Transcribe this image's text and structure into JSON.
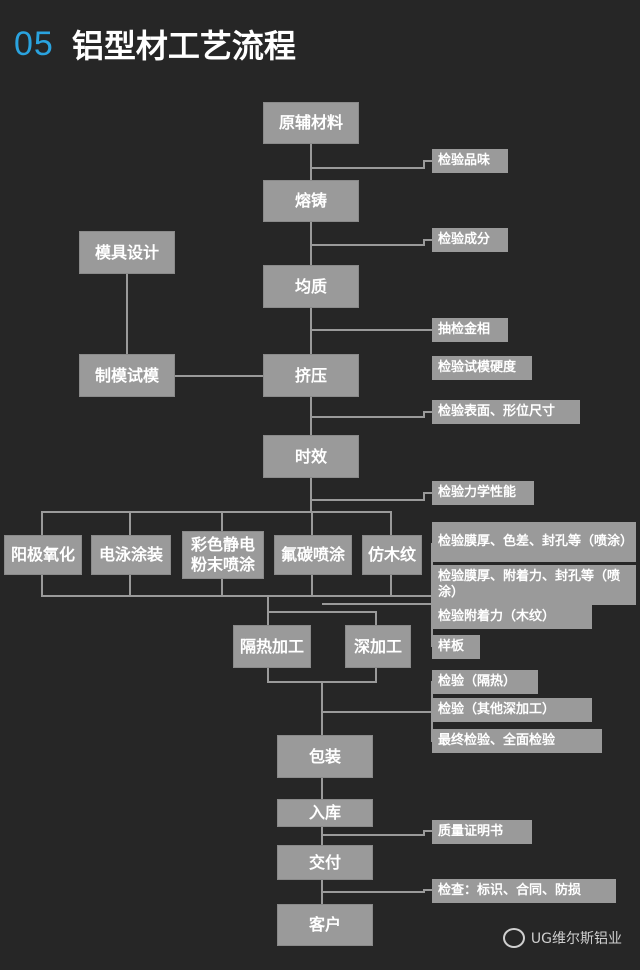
{
  "header": {
    "number": "05",
    "title": "铝型材工艺流程"
  },
  "nodes": {
    "raw_materials": "原辅材料",
    "casting": "熔铸",
    "homogenizing": "均质",
    "extrusion": "挤压",
    "aging": "时效",
    "mold_design": "模具设计",
    "mold_trial": "制模试模",
    "anodizing": "阳极氧化",
    "electrophoresis": "电泳涂装",
    "powder_coating": "彩色静电粉末喷涂",
    "pvdf_coating": "氟碳喷涂",
    "wood_grain": "仿木纹",
    "thermal_break": "隔热加工",
    "deep_processing": "深加工",
    "packaging": "包装",
    "warehousing": "入库",
    "delivery": "交付",
    "customer": "客户"
  },
  "notes": {
    "check_quality": "检验品味",
    "check_composition": "检验成分",
    "sample_metallography": "抽检金相",
    "check_mold_hardness": "检验试模硬度",
    "check_surface_dims": "检验表面、形位尺寸",
    "check_mechanical": "检验力学性能",
    "check_film_1": "检验膜厚、色差、封孔等（喷涂）",
    "check_film_2": "检验膜厚、附着力、封孔等（喷涂）",
    "check_adhesion_wood": "检验附着力（木纹）",
    "sample_board": "样板",
    "check_thermal": "检验（隔热）",
    "check_other_deep": "检验（其他深加工）",
    "final_inspection": "最终检验、全面检验",
    "quality_certificate": "质量证明书",
    "check_labels": "检查：标识、合同、防损"
  },
  "watermark": "UG维尔斯铝业"
}
